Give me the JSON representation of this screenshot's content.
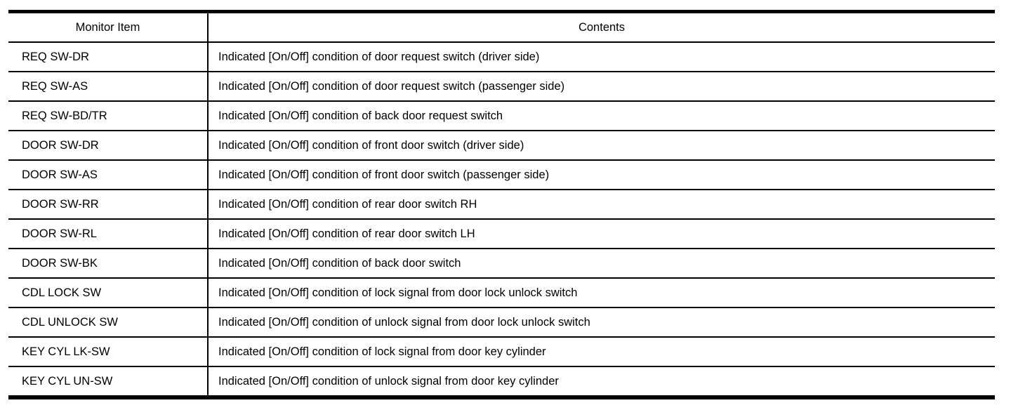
{
  "table": {
    "headers": {
      "monitor_item": "Monitor Item",
      "contents": "Contents"
    },
    "rows": [
      {
        "item": "REQ SW-DR",
        "contents": "Indicated [On/Off] condition of door request switch (driver side)"
      },
      {
        "item": "REQ SW-AS",
        "contents": "Indicated [On/Off] condition of door request switch (passenger side)"
      },
      {
        "item": "REQ SW-BD/TR",
        "contents": "Indicated [On/Off] condition of back door request switch"
      },
      {
        "item": "DOOR SW-DR",
        "contents": "Indicated [On/Off] condition of front door switch (driver side)"
      },
      {
        "item": "DOOR SW-AS",
        "contents": "Indicated [On/Off] condition of front door switch (passenger side)"
      },
      {
        "item": "DOOR SW-RR",
        "contents": "Indicated [On/Off] condition of rear door switch RH"
      },
      {
        "item": "DOOR SW-RL",
        "contents": "Indicated [On/Off] condition of rear door switch LH"
      },
      {
        "item": "DOOR SW-BK",
        "contents": "Indicated [On/Off] condition of back door switch"
      },
      {
        "item": "CDL LOCK SW",
        "contents": "Indicated [On/Off] condition of lock signal from door lock unlock switch"
      },
      {
        "item": "CDL UNLOCK SW",
        "contents": "Indicated [On/Off] condition of unlock signal from door lock unlock switch"
      },
      {
        "item": "KEY CYL LK-SW",
        "contents": "Indicated [On/Off] condition of lock signal from door key cylinder"
      },
      {
        "item": "KEY CYL UN-SW",
        "contents": "Indicated [On/Off] condition of unlock signal from door key cylinder"
      }
    ],
    "colors": {
      "border": "#000000",
      "text": "#000000",
      "background": "#ffffff"
    }
  }
}
